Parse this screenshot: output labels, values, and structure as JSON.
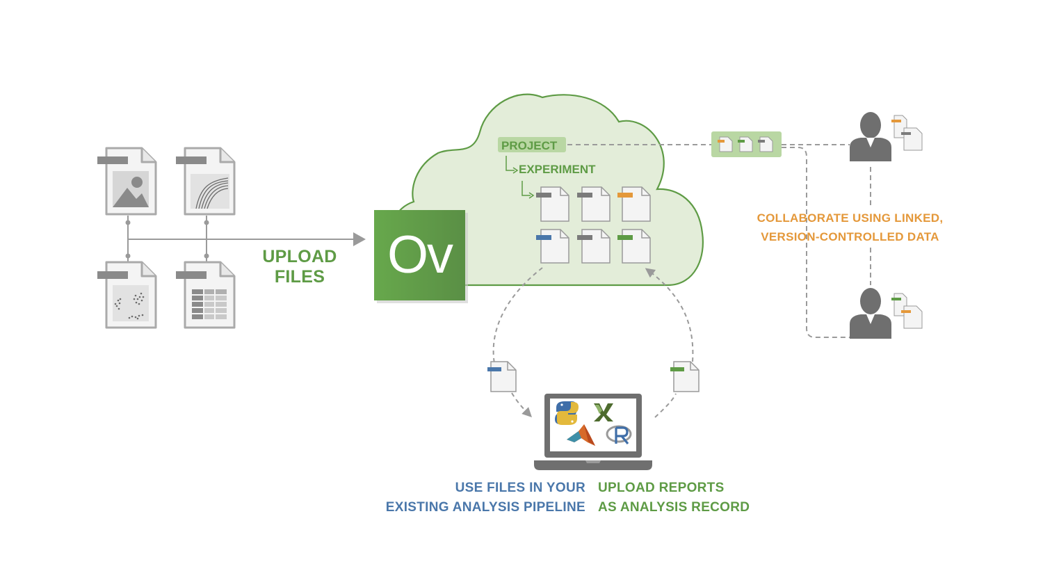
{
  "logo": {
    "text": "Ov"
  },
  "upload": {
    "line1": "UPLOAD",
    "line2": "FILES"
  },
  "cloud": {
    "project": "PROJECT",
    "experiment": "EXPERIMENT"
  },
  "collaborate": {
    "line1": "COLLABORATE USING LINKED,",
    "line2": "VERSION-CONTROLLED DATA"
  },
  "use_files": {
    "line1": "USE FILES IN YOUR",
    "line2": "EXISTING ANALYSIS PIPELINE"
  },
  "upload_reports": {
    "line1": "UPLOAD REPORTS",
    "line2": "AS ANALYSIS RECORD"
  },
  "laptop_apps": [
    "python-icon",
    "excel-icon",
    "matlab-icon",
    "r-icon"
  ],
  "colors": {
    "green": "#5e9b45",
    "orange": "#e4983a",
    "blue": "#4a77aa",
    "gray": "#7b7b7b",
    "cloud_fill": "#e3edd9",
    "cloud_stroke": "#5e9b45"
  }
}
